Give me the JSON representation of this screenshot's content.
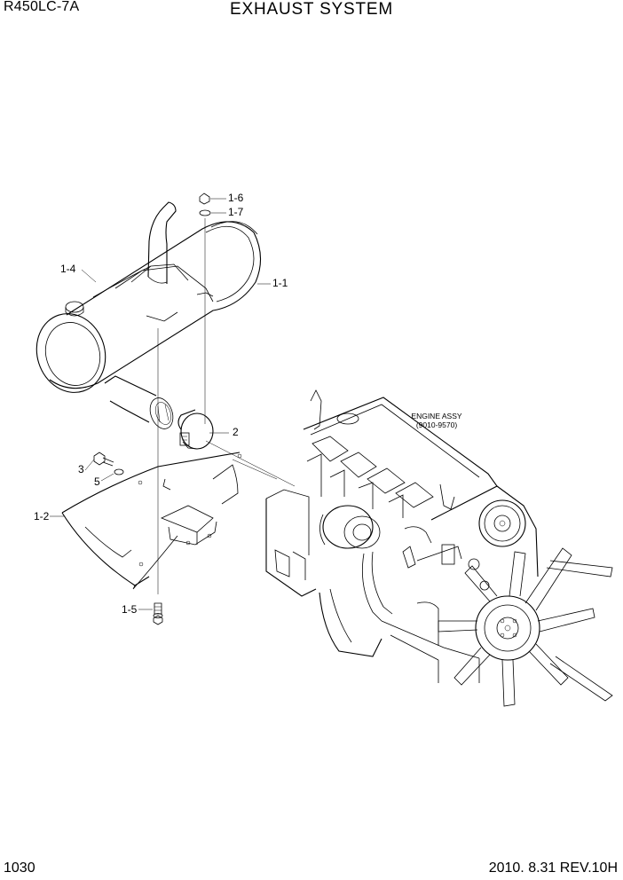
{
  "header": {
    "model": "R450LC-7A",
    "title": "EXHAUST SYSTEM"
  },
  "footer": {
    "page_number": "1030",
    "revision": "2010. 8.31  REV.10H"
  },
  "callouts": {
    "p1_1": "1-1",
    "p1_2": "1-2",
    "p1_4": "1-4",
    "p1_5": "1-5",
    "p1_6": "1-6",
    "p1_7": "1-7",
    "p2": "2",
    "p3": "3",
    "p5": "5"
  },
  "engine": {
    "name": "ENGINE ASSY",
    "code": "(9010-9570)"
  }
}
